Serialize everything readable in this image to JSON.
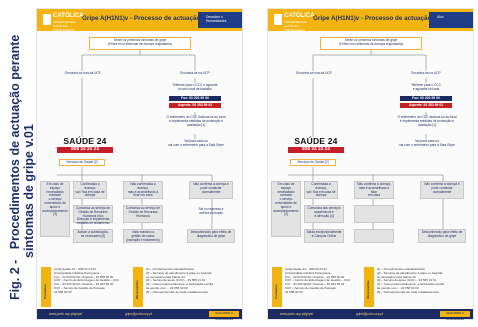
{
  "figure": {
    "label": "Fig. 2 -",
    "caption_line1": "Procedimentos de actuação perante",
    "caption_line2": "sintomas de gripe v.01"
  },
  "posters": [
    {
      "logo_title": "CATÓLICA",
      "logo_sub": "UNIVERSIDADE CATÓLICA PORTUGUESA",
      "title": "Gripe A(H1N1)v - Processo de actuação",
      "brand_text": "Descobrir o Humanidades",
      "first_symptoms": "Sente os primeiros sintomas de gripe\n(Febre e/ou sintomas de doença respiratória)",
      "outside": "Encontra-se fora da UCP",
      "inside": "Encontra-se na UCP",
      "contact_ccc": "Telefone para o CCC e aguarde\nno seu local de trabalho",
      "foz_label": "Foz:",
      "foz_number": "93 203 99 00",
      "asprela_label": "Asprela:",
      "asprela_number": "93 203 99 02",
      "nurse": "O enfermeiro do CCC desloca-se ao local\ne implementa medidas de protecção e\navaliação [1]",
      "see": "Vai para casa ou\nvai com o enfermeiro para a Sala Gripe",
      "saude_name": "SAÚDE 24",
      "saude_number": "808 24 24 24",
      "services": "Serviços de Saúde [2]",
      "gray_left": "Em caso de espaço\nnecessitado contacte\no serviço\nuniversitário de\napoio e\nacompanhamento\n[3]",
      "b1": "Confirmada a doença,\nvai / fica em casa de doença",
      "b2": "Não confirmada a doença,\nmas é aconselhado a ficar em casa",
      "b3": "Não confirma a doença e\npode contactar\nnormalmente",
      "c1": "Comunica ao serviço de\nGestão de Recursos\nHumanos e/ou\nDirecção e implementa\nmedidas de isolamento",
      "c2": "Comunica ao serviço de\nGestão de Recursos\nHumanos",
      "c3": "Sai ou regressa e\nverifica evolução",
      "d1": "Activar a substituição,\nse necessário [5]",
      "d2": "Volta massivo a\ngestão de casos\n(inscrição e tratamento)",
      "d3": "Desconhecido para efeito de\ndiagnóstico de gripe",
      "contacts_tab": "Contactos",
      "contacts": "Linha Saúde 24 – 808 24 24 24\nUniversidade Católica Portuguesa\n  Foz – 22 619 62 00 / Asprela – 22 558 00 00\nUCP – Centro de Enfermagem de Gestão – CCC\n  Foz – 93 203 99 00 / Asprela – 93 203 99 02\nUCP – Serviço de Gestão de Pessoas\n  22 558 00 00",
      "obs_tab": "Observações",
      "observations": "[1] – Procedimentos standardizados\n[2] – Serviços de atendimento à gripe ou hospital;\n        se necessário pela Saúde 24\n[3] – Serviço de apoio (CCC) – 93 585 21 61\n[4] – Caso preferencialmente, a declaração escrita\n        de acordo com ... 22 558 00 00\n[5] – Normas internas de cada unidade/serviço",
      "footer1": "www.porto.ucp.pt/gripe/",
      "footer2": "gripe@porto.ucp.pt",
      "footer3": "DESCOBRIR O HUMANIDADES"
    },
    {
      "logo_title": "CATÓLICA",
      "logo_sub": "UNIVERSIDADE CATÓLICA PORTUGUESA",
      "title": "Gripe A(H1N1)v - Processo de actuação",
      "brand_text": "Alun",
      "first_symptoms": "Sente os primeiros sintomas de gripe\n(Febre e/ou sintomas de doença respiratória)",
      "outside": "Encontra-se fora da UCP",
      "inside": "Encontra-se na UCP",
      "contact_ccc": "Telefone para o CCC\ne aguarde no local",
      "foz_label": "Foz:",
      "foz_number": "93 203 99 00",
      "asprela_label": "Asprela:",
      "asprela_number": "93 203 99 02",
      "nurse": "O enfermeiro do CCC desloca-se ao local\ne implementa medidas de protecção e\navaliação [1]",
      "see": "Vai para casa ou\nvai com o enfermeiro para a Sala Gripe",
      "saude_name": "SAÚDE 24",
      "saude_number": "808 24 24 24",
      "services": "Serviços de Saúde [2]",
      "gray_left": "Em caso de espaço\nnecessitado contacte\no serviço\nuniversitário de\napoio e\nacompanhamento\n[3]",
      "b1": "Confirmada a doença,\nvai / fica em casa de doença",
      "b2": "Não confirma a doença,\nmas é aconselhado a ficar\nem casa",
      "b3": "Não confirma a doença e\npode contactar\nnormalmente",
      "c1": "Comunica aos serviços académicos e\na direcção [4]",
      "c2": "",
      "c3": "",
      "d1": "Saída excepcionalmente à Campus Online",
      "d2": "",
      "d3": "Desconhecido para efeito de\ndiagnóstico de gripe",
      "contacts_tab": "Contactos",
      "contacts": "Linha Saúde 24 – 808 24 24 24\nUniversidade Católica Portuguesa\n  Foz – 22 619 62 00 / Asprela – 22 558 00 00\nUCP – Centro de Enfermagem de Gestão – CCC\n  Foz – 93 203 99 00 / Asprela – 93 203 99 02\nUCP – Serviço de Gestão de Pessoas\n  22 558 00 00",
      "obs_tab": "Observações",
      "observations": "[1] – Procedimentos standardizados\n[2] – Serviços de atendimento à gripe ou hospital;\n        se necessário pela Saúde 24\n[3] – Serviço de apoio (CCC) – 93 585 21 61\n[4] – Caso preferencialmente, a declaração escrita\n        de acordo com ... 22 558 00 00\n[5] – Normas internas de cada unidade/serviço",
      "footer1": "www.porto.ucp.pt/gripe/",
      "footer2": "gripe@porto.ucp.pt",
      "footer3": "DESCOBRIR O HUMANIDADES"
    }
  ],
  "colors": {
    "header": "#f3b412",
    "navy": "#1b2a63",
    "red": "#c32222",
    "caption": "#1a2f6b"
  }
}
